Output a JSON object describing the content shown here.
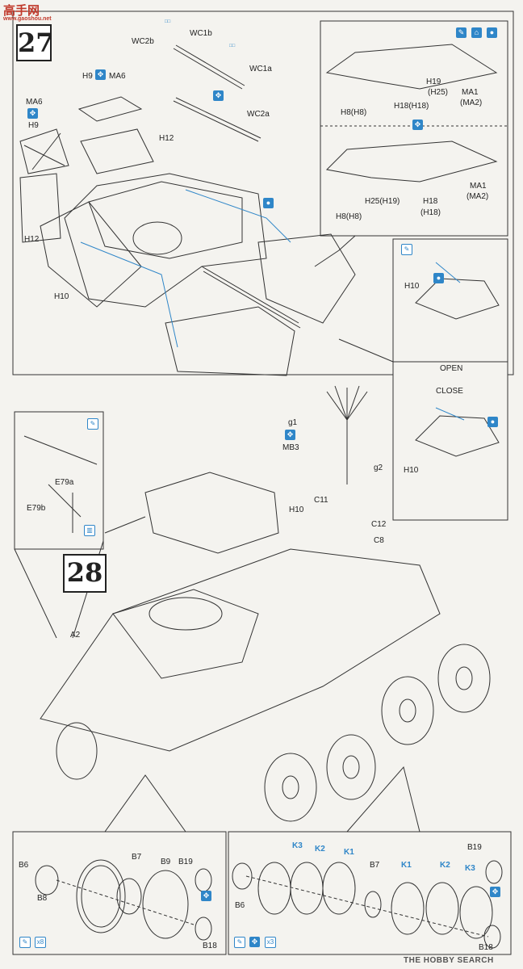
{
  "watermark_top": {
    "characters": "高手网",
    "domain": "www.gaoshou.net"
  },
  "steps": {
    "step27": "27",
    "step28": "28"
  },
  "step27_labels": {
    "wc1b": "WC1b",
    "wc1a": "WC1a",
    "wc2b": "WC2b",
    "wc2a": "WC2a",
    "h9_ma6": "H9",
    "ma6_a": "MA6",
    "ma6_b": "MA6",
    "h9_b": "H9",
    "h12_a": "H12",
    "h12_b": "H12",
    "h10": "H10",
    "h19": "H19",
    "h25": "(H25)",
    "h18": "H18(H18)",
    "ma1": "MA1",
    "ma2": "(MA2)",
    "h8": "H8(H8)",
    "ma1_b": "MA1",
    "ma2_b": "(MA2)",
    "h25_b": "H25(H19)",
    "h18_b": "H18",
    "h18_c": "(H18)",
    "h8_b": "H8(H8)",
    "h10_b": "H10",
    "open": "OPEN",
    "close": "CLOSE",
    "h10_c": "H10"
  },
  "step28_labels": {
    "e79a": "E79a",
    "e79b": "E79b",
    "g1": "g1",
    "mb3": "MB3",
    "g2": "g2",
    "c11": "C11",
    "c12": "C12",
    "c8": "C8",
    "h10": "H10",
    "a2": "A2"
  },
  "wheel_left": {
    "b6": "B6",
    "b7": "B7",
    "b9": "B9",
    "b19": "B19",
    "b8": "B8",
    "b18": "B18",
    "x8": "x8"
  },
  "wheel_right": {
    "k3a": "K3",
    "k2a": "K2",
    "k1a": "K1",
    "b7": "B7",
    "k1b": "K1",
    "k2b": "K2",
    "k3b": "K3",
    "b19": "B19",
    "b6": "B6",
    "b18": "B18",
    "x3": "x3"
  },
  "footer": {
    "logo_text": "THE HOBBY SEARCH"
  },
  "colors": {
    "accent": "#2f86c8",
    "line": "#333333",
    "paper": "#f4f3ef"
  },
  "icons": [
    "cement-icon",
    "bend-icon",
    "paint-icon",
    "optional-icon",
    "mirror-icon",
    "repeat-icon"
  ]
}
